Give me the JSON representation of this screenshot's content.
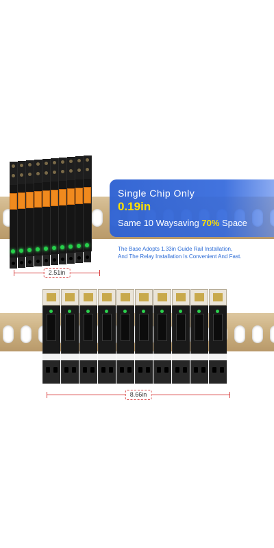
{
  "info": {
    "line1": "Single Chip Only",
    "line2": "0.19in",
    "line3_pre": "Same 10 Waysaving ",
    "line3_highlight": "70%",
    "line3_post": " Space"
  },
  "description": {
    "line1": "The Base Adopts 1.33in Guide Rail Installation,",
    "line2": "And The Relay Installation Is Convenient And Fast."
  },
  "dimensions": {
    "top_width": "2.51in",
    "bottom_width": "8.66in"
  },
  "colors": {
    "panel_blue": "#2f62d2",
    "highlight_yellow": "#ffe000",
    "dimension_red": "#d94040",
    "relay_orange": "#f08a1e",
    "led_green": "#26d04a"
  },
  "counts": {
    "slim_relays": 10,
    "standard_relays": 10
  }
}
